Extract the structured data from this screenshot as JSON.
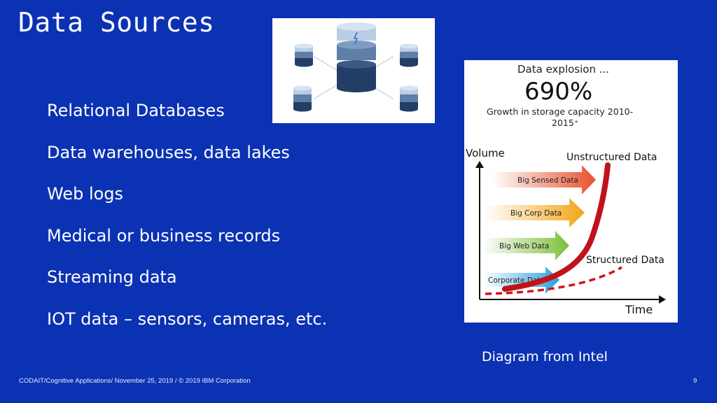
{
  "slide": {
    "title": "Data Sources",
    "bullets": [
      "Relational Databases",
      "Data warehouses, data lakes",
      "Web logs",
      "Medical or business records",
      "Streaming data",
      "IOT data – sensors, cameras, etc."
    ],
    "caption": "Diagram from Intel",
    "footer": "CODAIT/Cognitive Applications/ November 25, 2019 / © 2019 IBM Corporation",
    "page_number": "9"
  },
  "intel_diagram": {
    "headline": "Data explosion ...",
    "big_number": "690%",
    "growth_line1": "Growth in storage capacity 2010-",
    "growth_line2": "2015⁺",
    "y_axis_label": "Volume",
    "x_axis_label": "Time",
    "unstructured_label": "Unstructured Data",
    "structured_label": "Structured Data",
    "arrows": [
      {
        "label": "Big Sensed Data",
        "color": "#e8512a"
      },
      {
        "label": "Big Corp Data",
        "color": "#f2a516"
      },
      {
        "label": "Big Web Data",
        "color": "#7dbf3a"
      },
      {
        "label": "Corporate Data",
        "color": "#2ba0de"
      }
    ],
    "colors": {
      "unstructured_curve": "#c0121a",
      "structured_curve": "#d2141c"
    }
  },
  "colors": {
    "background": "#0b32b3",
    "database_dark": "#233e66",
    "database_mid": "#5f7fa8",
    "database_light": "#b9cde4"
  },
  "icons": {
    "database_cluster": "database-network-icon"
  }
}
